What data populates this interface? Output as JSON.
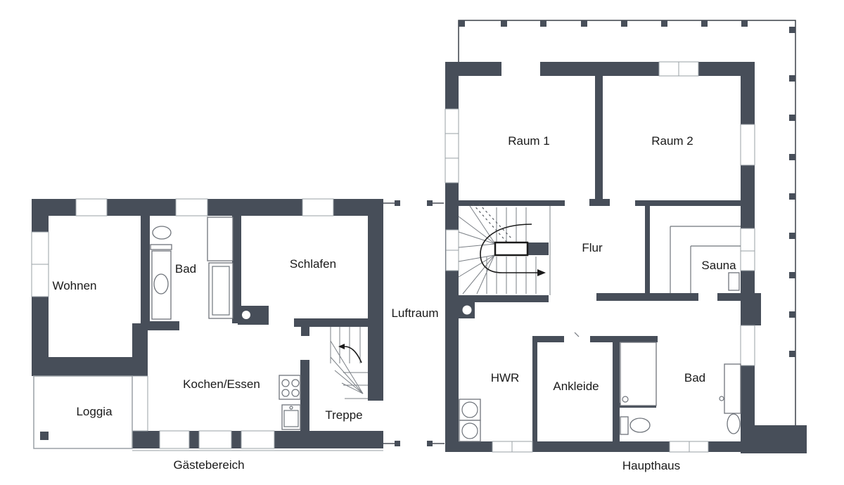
{
  "document": {
    "type": "floor-plan",
    "sheets": 2
  },
  "colors": {
    "wall": "#474e59",
    "window_frame": "#9aa0a6",
    "fixture_line": "#6f747b",
    "tread_line": "#7a7f85",
    "arrow": "#1a1a1a",
    "text": "#1a1a1a",
    "background": "#ffffff"
  },
  "plans": [
    {
      "id": "guest-area",
      "caption": "Gästebereich",
      "rooms": [
        {
          "name": "Wohnen"
        },
        {
          "name": "Bad"
        },
        {
          "name": "Schlafen"
        },
        {
          "name": "Kochen/Essen"
        },
        {
          "name": "Loggia"
        },
        {
          "name": "Treppe"
        }
      ]
    },
    {
      "id": "main-house",
      "caption": "Haupthaus",
      "rooms": [
        {
          "name": "Raum 1"
        },
        {
          "name": "Raum 2"
        },
        {
          "name": "Flur"
        },
        {
          "name": "Sauna"
        },
        {
          "name": "HWR"
        },
        {
          "name": "Ankleide"
        },
        {
          "name": "Bad"
        }
      ]
    }
  ],
  "void_label": "Luftraum"
}
